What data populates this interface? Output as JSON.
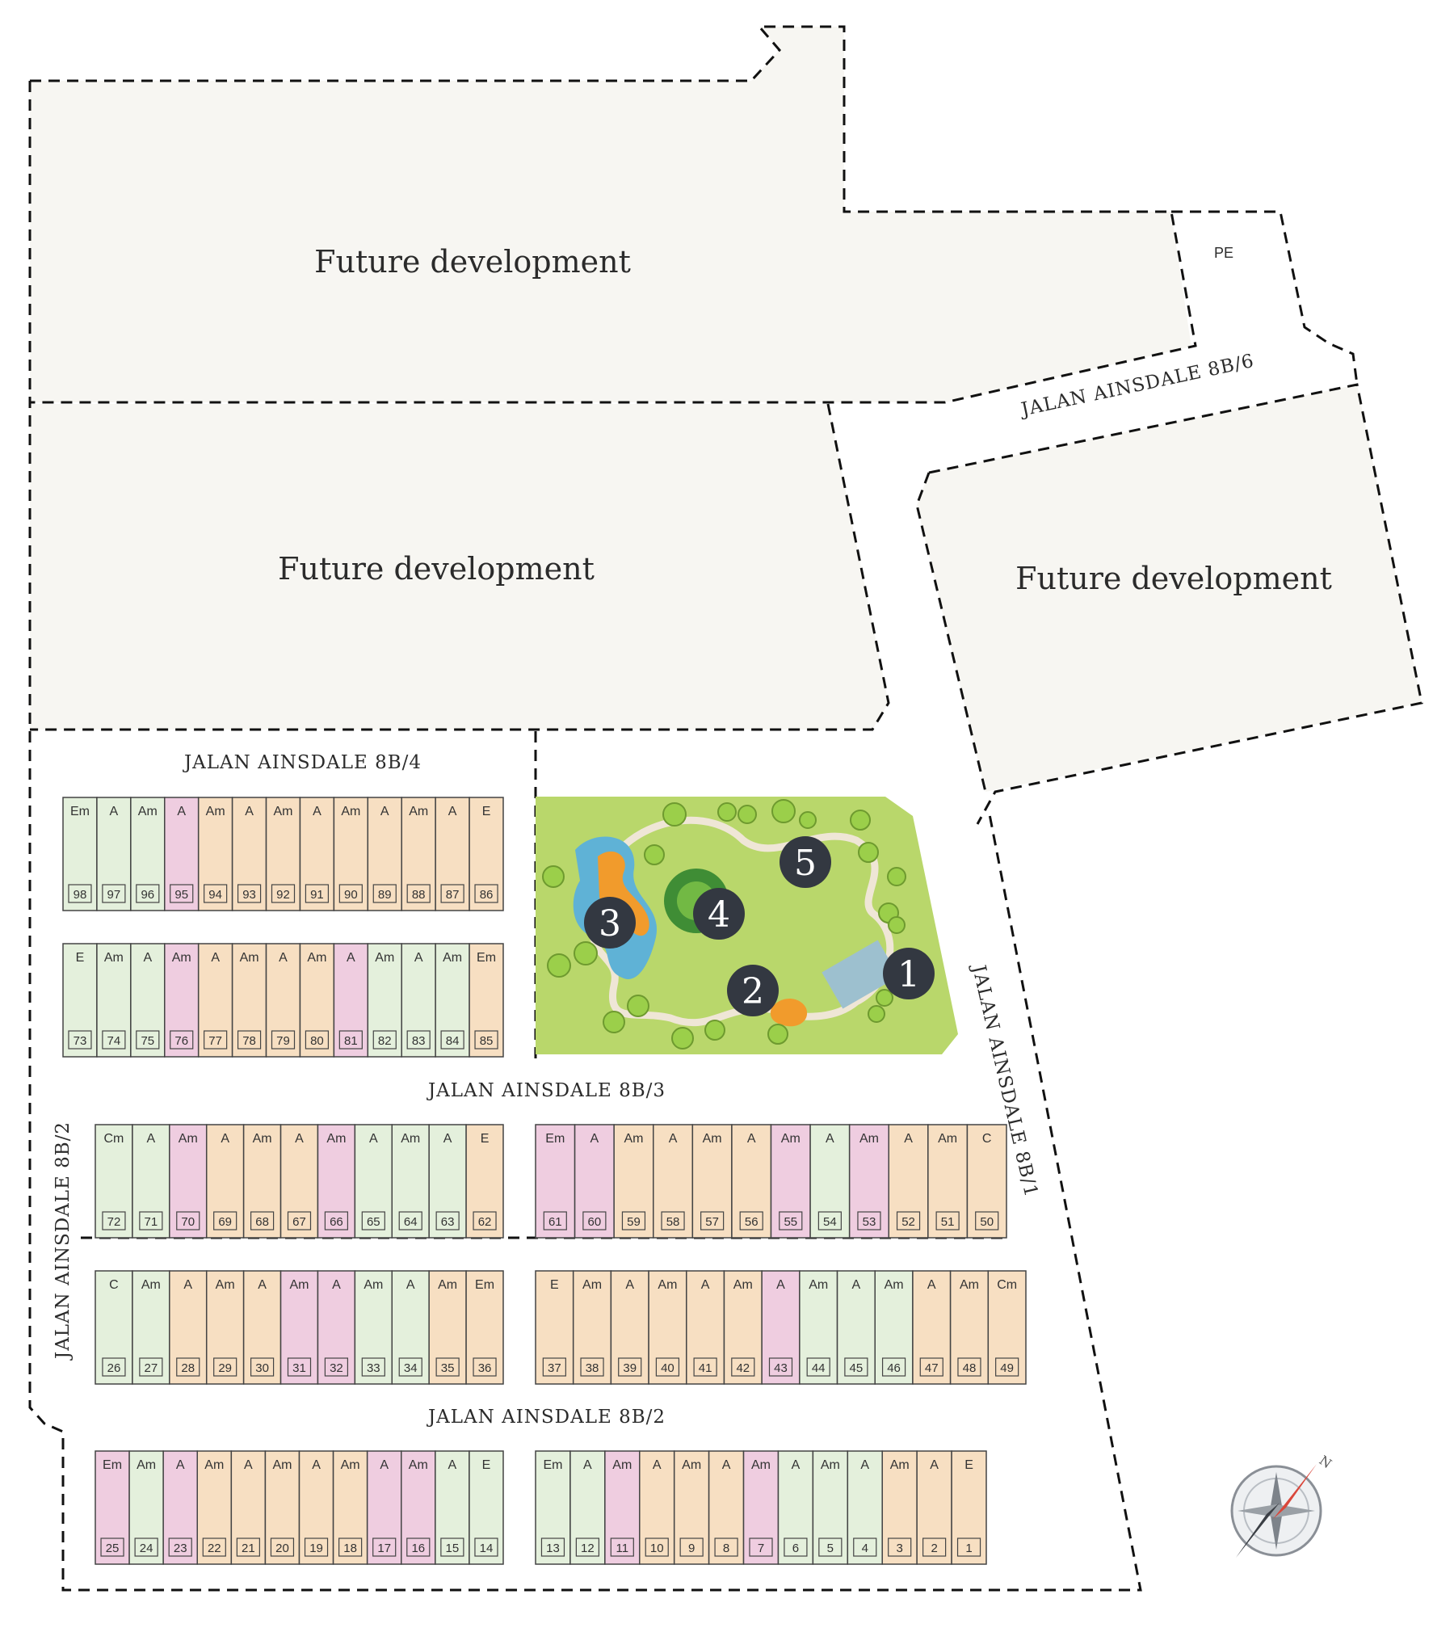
{
  "areas": {
    "future_1": "Future development",
    "future_2": "Future development",
    "future_3": "Future development",
    "pe": "PE"
  },
  "roads": {
    "r_8b6": "JALAN AINSDALE 8B/6",
    "r_8b4": "JALAN AINSDALE 8B/4",
    "r_8b3": "JALAN AINSDALE 8B/3",
    "r_8b2_h": "JALAN AINSDALE 8B/2",
    "r_8b2_v": "JALAN AINSDALE 8B/2",
    "r_8b1": "JALAN AINSDALE 8B/1"
  },
  "colors": {
    "green": "#e4f0dc",
    "pink": "#efcde0",
    "peach": "#f7dfc2",
    "future": "#f7f6f2",
    "park": "#b9d76b",
    "facility_badge": "#333841"
  },
  "facilities": [
    "1",
    "2",
    "3",
    "4",
    "5"
  ],
  "lot_rows": [
    {
      "row": "r1",
      "lots": [
        {
          "n": "98",
          "t": "Em",
          "c": "green"
        },
        {
          "n": "97",
          "t": "A",
          "c": "green"
        },
        {
          "n": "96",
          "t": "Am",
          "c": "green"
        },
        {
          "n": "95",
          "t": "A",
          "c": "pink"
        },
        {
          "n": "94",
          "t": "Am",
          "c": "peach"
        },
        {
          "n": "93",
          "t": "A",
          "c": "peach"
        },
        {
          "n": "92",
          "t": "Am",
          "c": "peach"
        },
        {
          "n": "91",
          "t": "A",
          "c": "peach"
        },
        {
          "n": "90",
          "t": "Am",
          "c": "peach"
        },
        {
          "n": "89",
          "t": "A",
          "c": "peach"
        },
        {
          "n": "88",
          "t": "Am",
          "c": "peach"
        },
        {
          "n": "87",
          "t": "A",
          "c": "peach"
        },
        {
          "n": "86",
          "t": "E",
          "c": "peach"
        }
      ]
    },
    {
      "row": "r2",
      "lots": [
        {
          "n": "73",
          "t": "E",
          "c": "green"
        },
        {
          "n": "74",
          "t": "Am",
          "c": "green"
        },
        {
          "n": "75",
          "t": "A",
          "c": "green"
        },
        {
          "n": "76",
          "t": "Am",
          "c": "pink"
        },
        {
          "n": "77",
          "t": "A",
          "c": "peach"
        },
        {
          "n": "78",
          "t": "Am",
          "c": "peach"
        },
        {
          "n": "79",
          "t": "A",
          "c": "peach"
        },
        {
          "n": "80",
          "t": "Am",
          "c": "peach"
        },
        {
          "n": "81",
          "t": "A",
          "c": "pink"
        },
        {
          "n": "82",
          "t": "Am",
          "c": "green"
        },
        {
          "n": "83",
          "t": "A",
          "c": "green"
        },
        {
          "n": "84",
          "t": "Am",
          "c": "green"
        },
        {
          "n": "85",
          "t": "Em",
          "c": "peach"
        }
      ]
    },
    {
      "row": "r3",
      "lots": [
        {
          "n": "72",
          "t": "Cm",
          "c": "green"
        },
        {
          "n": "71",
          "t": "A",
          "c": "green"
        },
        {
          "n": "70",
          "t": "Am",
          "c": "pink"
        },
        {
          "n": "69",
          "t": "A",
          "c": "peach"
        },
        {
          "n": "68",
          "t": "Am",
          "c": "peach"
        },
        {
          "n": "67",
          "t": "A",
          "c": "peach"
        },
        {
          "n": "66",
          "t": "Am",
          "c": "pink"
        },
        {
          "n": "65",
          "t": "A",
          "c": "green"
        },
        {
          "n": "64",
          "t": "Am",
          "c": "green"
        },
        {
          "n": "63",
          "t": "A",
          "c": "green"
        },
        {
          "n": "62",
          "t": "E",
          "c": "peach"
        }
      ]
    },
    {
      "row": "r4",
      "lots": [
        {
          "n": "61",
          "t": "Em",
          "c": "pink"
        },
        {
          "n": "60",
          "t": "A",
          "c": "pink"
        },
        {
          "n": "59",
          "t": "Am",
          "c": "peach"
        },
        {
          "n": "58",
          "t": "A",
          "c": "peach"
        },
        {
          "n": "57",
          "t": "Am",
          "c": "peach"
        },
        {
          "n": "56",
          "t": "A",
          "c": "peach"
        },
        {
          "n": "55",
          "t": "Am",
          "c": "pink"
        },
        {
          "n": "54",
          "t": "A",
          "c": "green"
        },
        {
          "n": "53",
          "t": "Am",
          "c": "pink"
        },
        {
          "n": "52",
          "t": "A",
          "c": "peach"
        },
        {
          "n": "51",
          "t": "Am",
          "c": "peach"
        },
        {
          "n": "50",
          "t": "C",
          "c": "peach"
        }
      ]
    },
    {
      "row": "r5",
      "lots": [
        {
          "n": "26",
          "t": "C",
          "c": "green"
        },
        {
          "n": "27",
          "t": "Am",
          "c": "green"
        },
        {
          "n": "28",
          "t": "A",
          "c": "peach"
        },
        {
          "n": "29",
          "t": "Am",
          "c": "peach"
        },
        {
          "n": "30",
          "t": "A",
          "c": "peach"
        },
        {
          "n": "31",
          "t": "Am",
          "c": "pink"
        },
        {
          "n": "32",
          "t": "A",
          "c": "pink"
        },
        {
          "n": "33",
          "t": "Am",
          "c": "green"
        },
        {
          "n": "34",
          "t": "A",
          "c": "green"
        },
        {
          "n": "35",
          "t": "Am",
          "c": "peach"
        },
        {
          "n": "36",
          "t": "Em",
          "c": "peach"
        }
      ]
    },
    {
      "row": "r6",
      "lots": [
        {
          "n": "37",
          "t": "E",
          "c": "peach"
        },
        {
          "n": "38",
          "t": "Am",
          "c": "peach"
        },
        {
          "n": "39",
          "t": "A",
          "c": "peach"
        },
        {
          "n": "40",
          "t": "Am",
          "c": "peach"
        },
        {
          "n": "41",
          "t": "A",
          "c": "peach"
        },
        {
          "n": "42",
          "t": "Am",
          "c": "peach"
        },
        {
          "n": "43",
          "t": "A",
          "c": "pink"
        },
        {
          "n": "44",
          "t": "Am",
          "c": "green"
        },
        {
          "n": "45",
          "t": "A",
          "c": "green"
        },
        {
          "n": "46",
          "t": "Am",
          "c": "green"
        },
        {
          "n": "47",
          "t": "A",
          "c": "peach"
        },
        {
          "n": "48",
          "t": "Am",
          "c": "peach"
        },
        {
          "n": "49",
          "t": "Cm",
          "c": "peach"
        }
      ]
    },
    {
      "row": "r7",
      "lots": [
        {
          "n": "25",
          "t": "Em",
          "c": "pink"
        },
        {
          "n": "24",
          "t": "Am",
          "c": "green"
        },
        {
          "n": "23",
          "t": "A",
          "c": "pink"
        },
        {
          "n": "22",
          "t": "Am",
          "c": "peach"
        },
        {
          "n": "21",
          "t": "A",
          "c": "peach"
        },
        {
          "n": "20",
          "t": "Am",
          "c": "peach"
        },
        {
          "n": "19",
          "t": "A",
          "c": "peach"
        },
        {
          "n": "18",
          "t": "Am",
          "c": "peach"
        },
        {
          "n": "17",
          "t": "A",
          "c": "pink"
        },
        {
          "n": "16",
          "t": "Am",
          "c": "pink"
        },
        {
          "n": "15",
          "t": "A",
          "c": "green"
        },
        {
          "n": "14",
          "t": "E",
          "c": "green"
        }
      ]
    },
    {
      "row": "r8",
      "lots": [
        {
          "n": "13",
          "t": "Em",
          "c": "green"
        },
        {
          "n": "12",
          "t": "A",
          "c": "green"
        },
        {
          "n": "11",
          "t": "Am",
          "c": "pink"
        },
        {
          "n": "10",
          "t": "A",
          "c": "peach"
        },
        {
          "n": "9",
          "t": "Am",
          "c": "peach"
        },
        {
          "n": "8",
          "t": "A",
          "c": "peach"
        },
        {
          "n": "7",
          "t": "Am",
          "c": "pink"
        },
        {
          "n": "6",
          "t": "A",
          "c": "green"
        },
        {
          "n": "5",
          "t": "Am",
          "c": "green"
        },
        {
          "n": "4",
          "t": "A",
          "c": "green"
        },
        {
          "n": "3",
          "t": "Am",
          "c": "peach"
        },
        {
          "n": "2",
          "t": "A",
          "c": "peach"
        },
        {
          "n": "1",
          "t": "E",
          "c": "peach"
        }
      ]
    }
  ]
}
